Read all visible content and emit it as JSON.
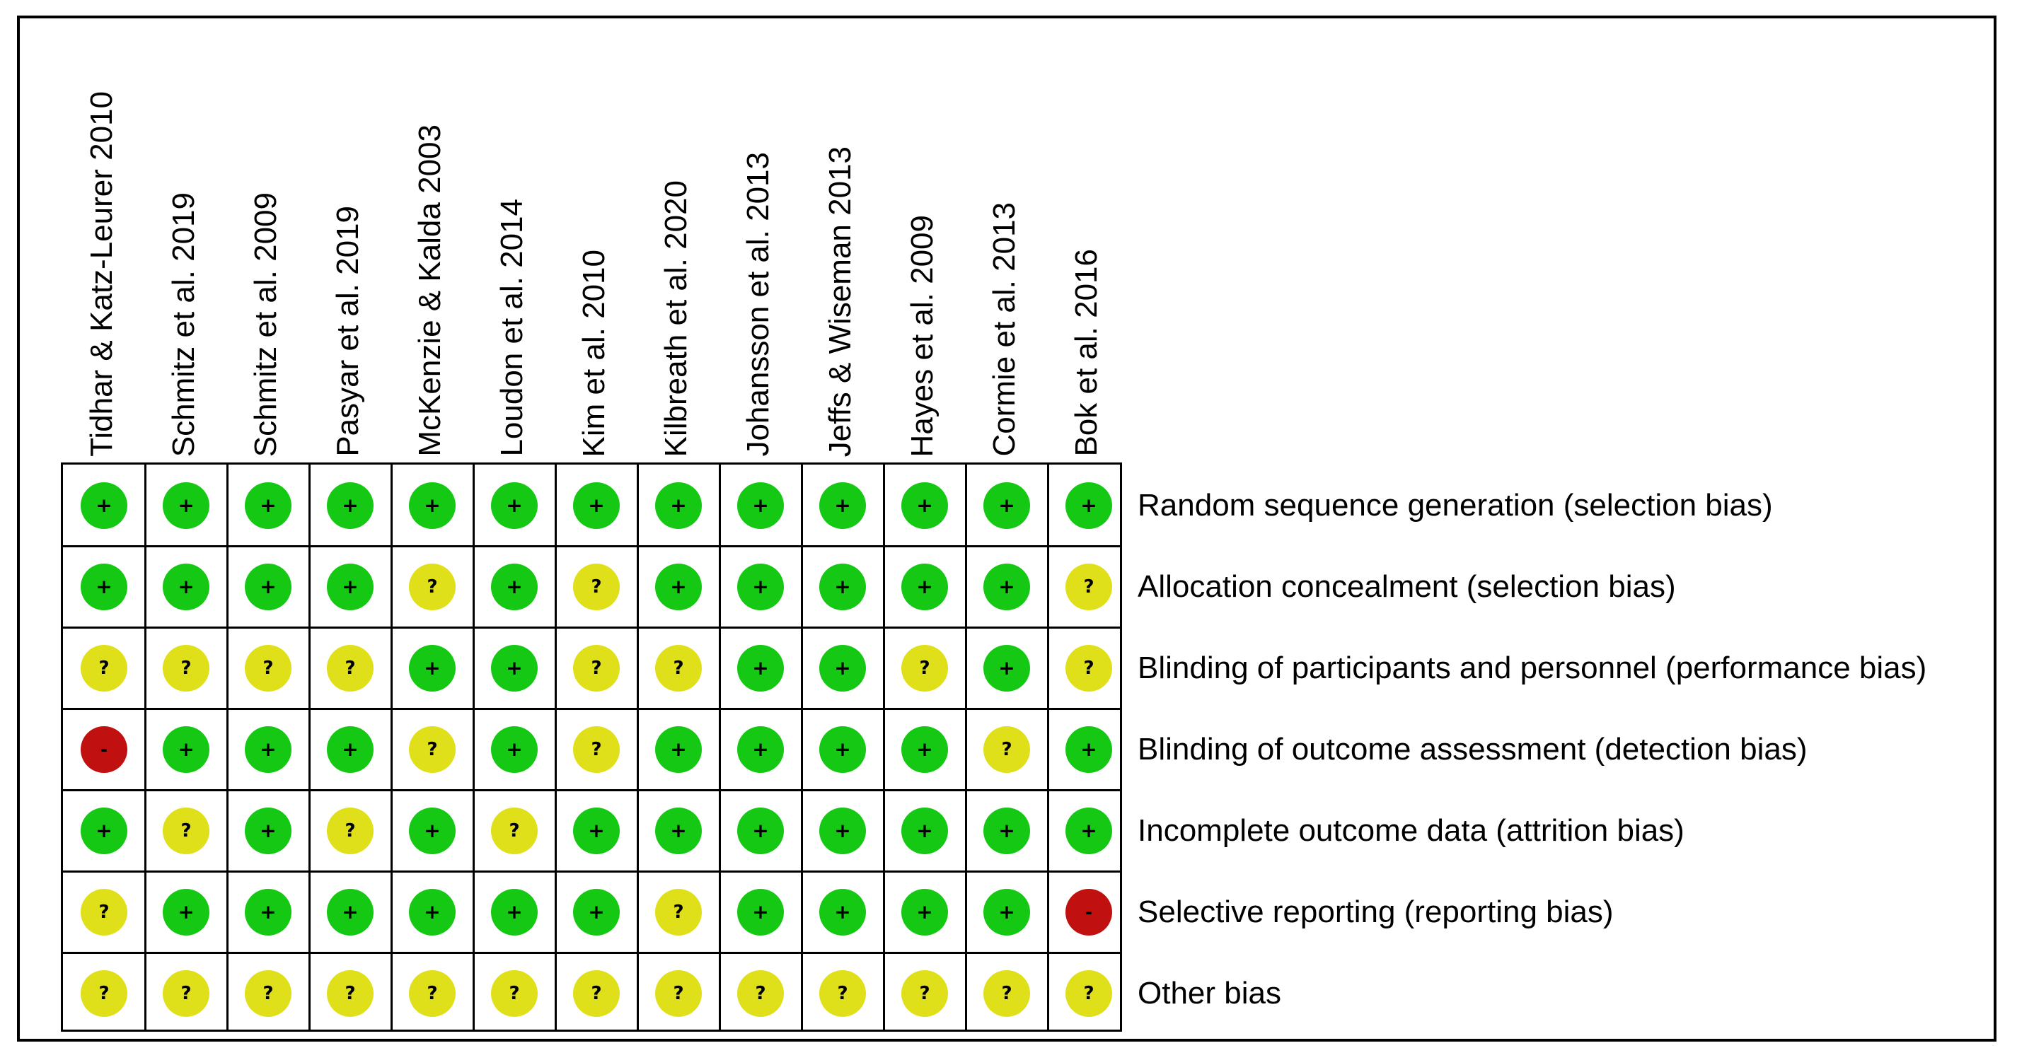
{
  "chart_data": {
    "type": "table",
    "title": "",
    "studies": [
      "Tidhar & Katz-Leurer 2010",
      "Schmitz et al. 2019",
      "Schmitz et al. 2009",
      "Pasyar et al. 2019",
      "McKenzie & Kalda 2003",
      "Loudon et al. 2014",
      "Kim et al. 2010",
      "Kilbreath et al. 2020",
      "Johansson et al. 2013",
      "Jeffs & Wiseman 2013",
      "Hayes et al. 2009",
      "Cormie et al. 2013",
      "Bok et al. 2016"
    ],
    "domains": [
      "Random sequence generation (selection bias)",
      "Allocation concealment (selection bias)",
      "Blinding of participants and personnel (performance bias)",
      "Blinding of outcome assessment (detection bias)",
      "Incomplete outcome data (attrition bias)",
      "Selective reporting (reporting bias)",
      "Other bias"
    ],
    "judgements": [
      [
        "low",
        "low",
        "low",
        "low",
        "low",
        "low",
        "low",
        "low",
        "low",
        "low",
        "low",
        "low",
        "low"
      ],
      [
        "low",
        "low",
        "low",
        "low",
        "unclear",
        "low",
        "unclear",
        "low",
        "low",
        "low",
        "low",
        "low",
        "unclear"
      ],
      [
        "unclear",
        "unclear",
        "unclear",
        "unclear",
        "low",
        "low",
        "unclear",
        "unclear",
        "low",
        "low",
        "unclear",
        "low",
        "unclear"
      ],
      [
        "high",
        "low",
        "low",
        "low",
        "unclear",
        "low",
        "unclear",
        "low",
        "low",
        "low",
        "low",
        "unclear",
        "low"
      ],
      [
        "low",
        "unclear",
        "low",
        "unclear",
        "low",
        "unclear",
        "low",
        "low",
        "low",
        "low",
        "low",
        "low",
        "low"
      ],
      [
        "unclear",
        "low",
        "low",
        "low",
        "low",
        "low",
        "low",
        "unclear",
        "low",
        "low",
        "low",
        "low",
        "high"
      ],
      [
        "unclear",
        "unclear",
        "unclear",
        "unclear",
        "unclear",
        "unclear",
        "unclear",
        "unclear",
        "unclear",
        "unclear",
        "unclear",
        "unclear",
        "unclear"
      ]
    ],
    "symbols": {
      "low": "+",
      "unclear": "?",
      "high": "-"
    },
    "colors": {
      "low": "#14c814",
      "unclear": "#e0e01a",
      "high": "#c01010"
    }
  }
}
